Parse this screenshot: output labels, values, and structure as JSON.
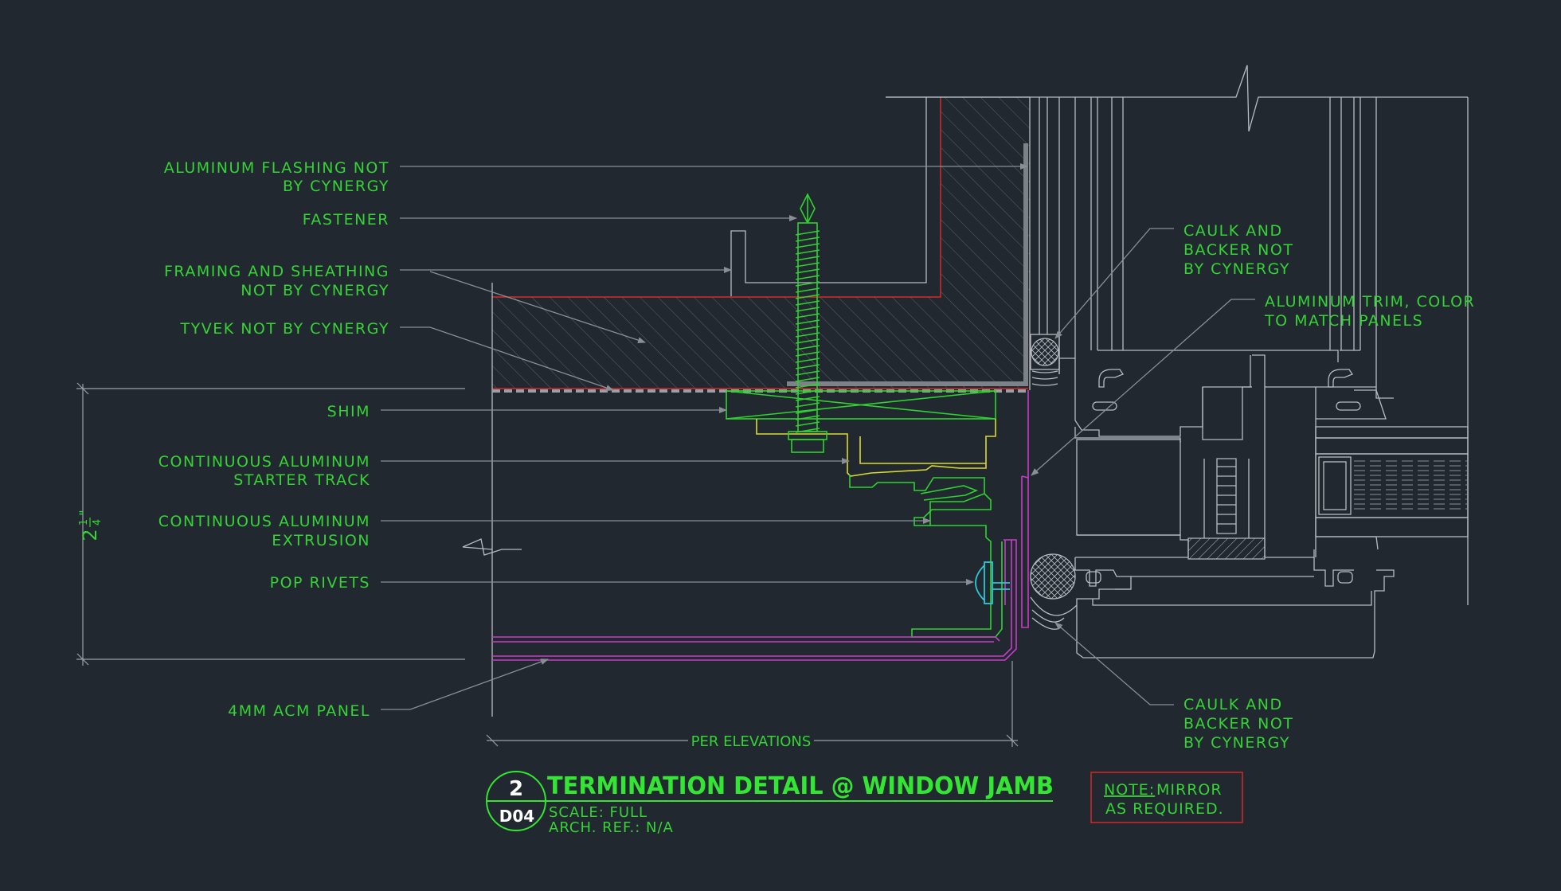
{
  "labels": {
    "flashing": [
      "ALUMINUM FLASHING NOT",
      "BY CYNERGY"
    ],
    "fastener": [
      "FASTENER"
    ],
    "framing": [
      "FRAMING AND SHEATHING",
      "NOT BY CYNERGY"
    ],
    "tyvek": [
      "TYVEK NOT BY CYNERGY"
    ],
    "shim": [
      "SHIM"
    ],
    "starter_track": [
      "CONTINUOUS ALUMINUM",
      "STARTER TRACK"
    ],
    "extrusion": [
      "CONTINUOUS ALUMINUM",
      "EXTRUSION"
    ],
    "pop_rivets": [
      "POP RIVETS"
    ],
    "acm_panel": [
      "4MM ACM PANEL"
    ],
    "caulk_top": [
      "CAULK AND",
      "BACKER NOT",
      "BY CYNERGY"
    ],
    "alum_trim": [
      "ALUMINUM TRIM, COLOR",
      "TO MATCH PANELS"
    ],
    "caulk_bottom": [
      "CAULK AND",
      "BACKER NOT",
      "BY CYNERGY"
    ]
  },
  "dimensions": {
    "height_whole": "2",
    "height_num": "1",
    "height_den": "4",
    "height_unit": "\"",
    "width": "PER ELEVATIONS"
  },
  "title_block": {
    "detail_number": "2",
    "sheet": "D04",
    "title": "TERMINATION DETAIL @ WINDOW JAMB",
    "scale": "SCALE: FULL",
    "arch_ref": "ARCH. REF.: N/A"
  },
  "note": {
    "label": "NOTE:",
    "text_1": " MIRROR",
    "text_2": "AS REQUIRED."
  },
  "colors": {
    "background": "#212830",
    "label": "#35d335",
    "leader": "#8a8f96",
    "linework": "#b8bcc2",
    "framing_red": "#d82b2b",
    "track_yellow": "#d9d936",
    "panel_magenta": "#c93cc9",
    "rivet_cyan": "#2cc7d8",
    "title_green": "#33e633",
    "note_border": "#c82828"
  }
}
